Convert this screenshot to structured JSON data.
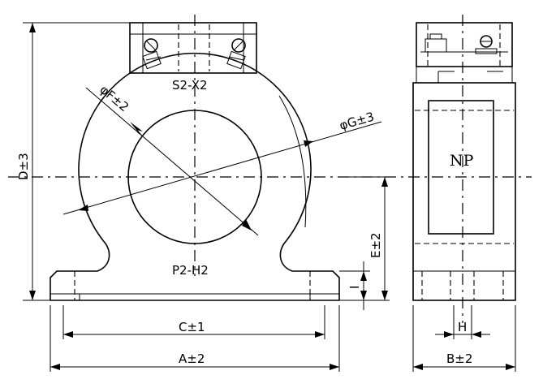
{
  "labels": {
    "terminal_top": "S2-X2",
    "terminal_bottom": "P2-H2",
    "dim_f": "φF±2",
    "dim_g": "φG±3",
    "dim_d": "D±3",
    "dim_e": "E±2",
    "dim_i": "I",
    "dim_c": "C±1",
    "dim_a": "A±2",
    "dim_b": "B±2",
    "dim_h": "H",
    "nameplate": "NP"
  }
}
